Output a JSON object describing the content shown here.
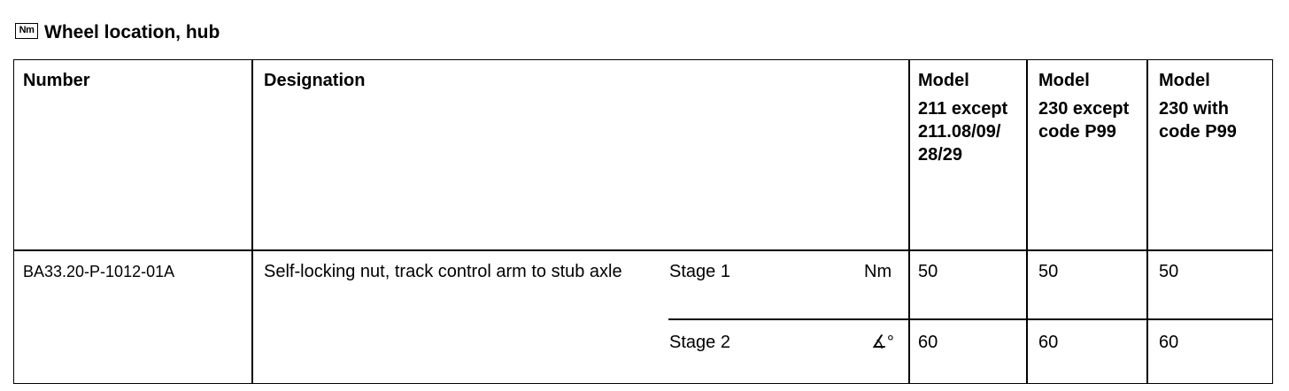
{
  "heading": {
    "icon": "Nm",
    "title": "Wheel location, hub"
  },
  "table": {
    "headers": {
      "number": "Number",
      "designation": "Designation",
      "models": [
        {
          "line1": "Model",
          "line2": "211 except 211.08/09/ 28/29"
        },
        {
          "line1": "Model",
          "line2": "230 except code P99"
        },
        {
          "line1": "Model",
          "line2": "230 with code P99"
        }
      ]
    },
    "row": {
      "number": "BA33.20-P-1012-01A",
      "designation": "Self-locking nut, track control arm to stub axle",
      "stages": [
        {
          "label": "Stage 1",
          "unit": "Nm",
          "values": [
            "50",
            "50",
            "50"
          ]
        },
        {
          "label": "Stage 2",
          "unit": "∡°",
          "values": [
            "60",
            "60",
            "60"
          ]
        }
      ]
    }
  }
}
